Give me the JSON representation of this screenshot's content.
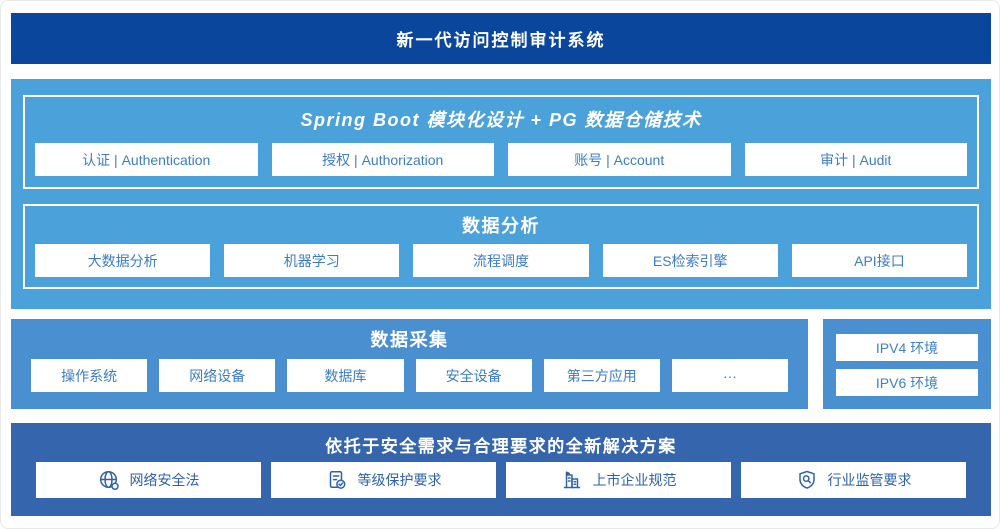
{
  "header": {
    "title": "新一代访问控制审计系统"
  },
  "platform": {
    "modules": [
      {
        "title": "Spring Boot 模块化设计 + PG 数据仓储技术",
        "items": [
          "认证 | Authentication",
          "授权 | Authorization",
          "账号 | Account",
          "审计 | Audit"
        ]
      },
      {
        "title": "数据分析",
        "items": [
          "大数据分析",
          "机器学习",
          "流程调度",
          "ES检索引擎",
          "API接口"
        ]
      }
    ]
  },
  "collection": {
    "title": "数据采集",
    "items": [
      "操作系统",
      "网络设备",
      "数据库",
      "安全设备",
      "第三方应用",
      "···"
    ]
  },
  "environments": {
    "items": [
      "IPV4 环境",
      "IPV6 环境"
    ]
  },
  "solution": {
    "title": "依托于安全需求与合理要求的全新解决方案",
    "items": [
      {
        "icon": "globe-icon",
        "label": "网络安全法"
      },
      {
        "icon": "document-check-icon",
        "label": "等级保护要求"
      },
      {
        "icon": "building-icon",
        "label": "上市企业规范"
      },
      {
        "icon": "shield-search-icon",
        "label": "行业监管要求"
      }
    ]
  },
  "colors": {
    "header_bg": "#0a469b",
    "platform_bg": "#4ba1da",
    "collection_bg": "#4a90d0",
    "solution_bg": "#3465ad",
    "light_box_text": "#3c7dc4",
    "dark_box_text": "#2e62ab"
  }
}
